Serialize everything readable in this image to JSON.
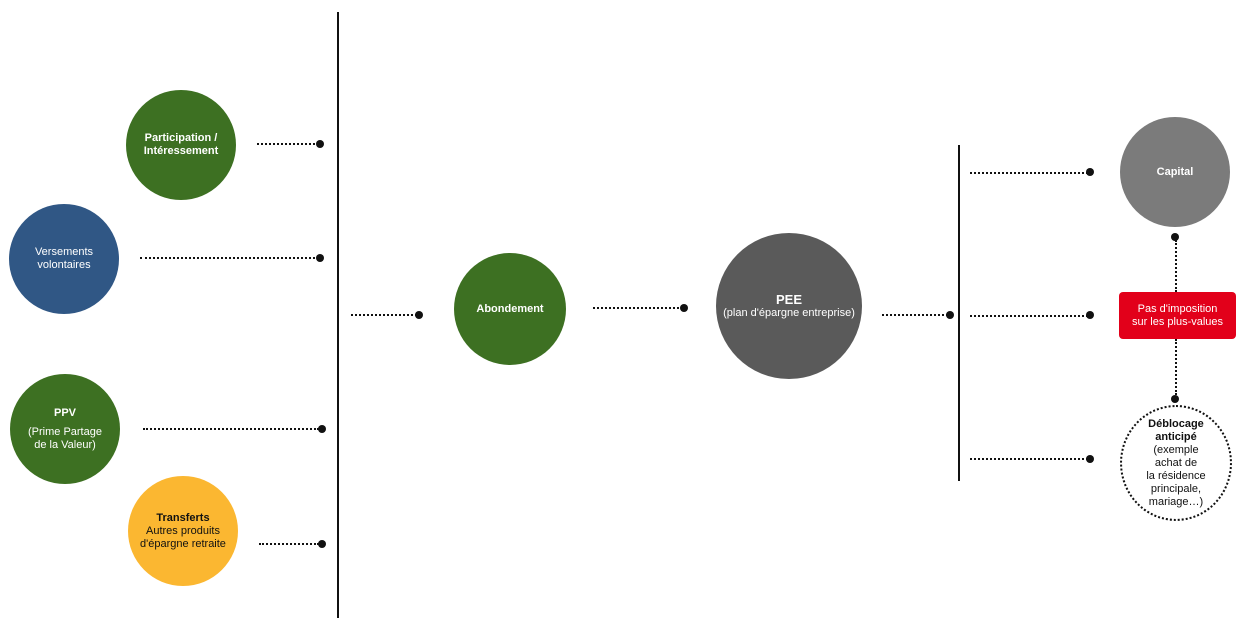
{
  "sources": {
    "participation": {
      "line1": "Participation /",
      "line2": "Intéressement"
    },
    "versements": {
      "line1": "Versements",
      "line2": "volontaires"
    },
    "ppv": {
      "title": "PPV",
      "line1": "(Prime Partage",
      "line2": "de la Valeur)"
    },
    "transferts": {
      "title": "Transferts",
      "line1": "Autres produits",
      "line2": "d'épargne retraite"
    }
  },
  "abondement": {
    "label": "Abondement"
  },
  "pee": {
    "title": "PEE",
    "subtitle": "(plan d'épargne entreprise)"
  },
  "outcomes": {
    "capital": {
      "label": "Capital"
    },
    "tax": {
      "line1": "Pas d'imposition",
      "line2": "sur les plus-values"
    },
    "deblocage": {
      "title1": "Déblocage",
      "title2": "anticipé",
      "line1": "(exemple",
      "line2": "achat de",
      "line3": "la résidence",
      "line4": "principale,",
      "line5": "mariage…)"
    }
  },
  "colors": {
    "green": "#3d7022",
    "blue": "#305785",
    "yellow": "#fbb731",
    "grey_dark": "#5a5a5a",
    "grey": "#7b7b7b",
    "red": "#e2001a"
  }
}
